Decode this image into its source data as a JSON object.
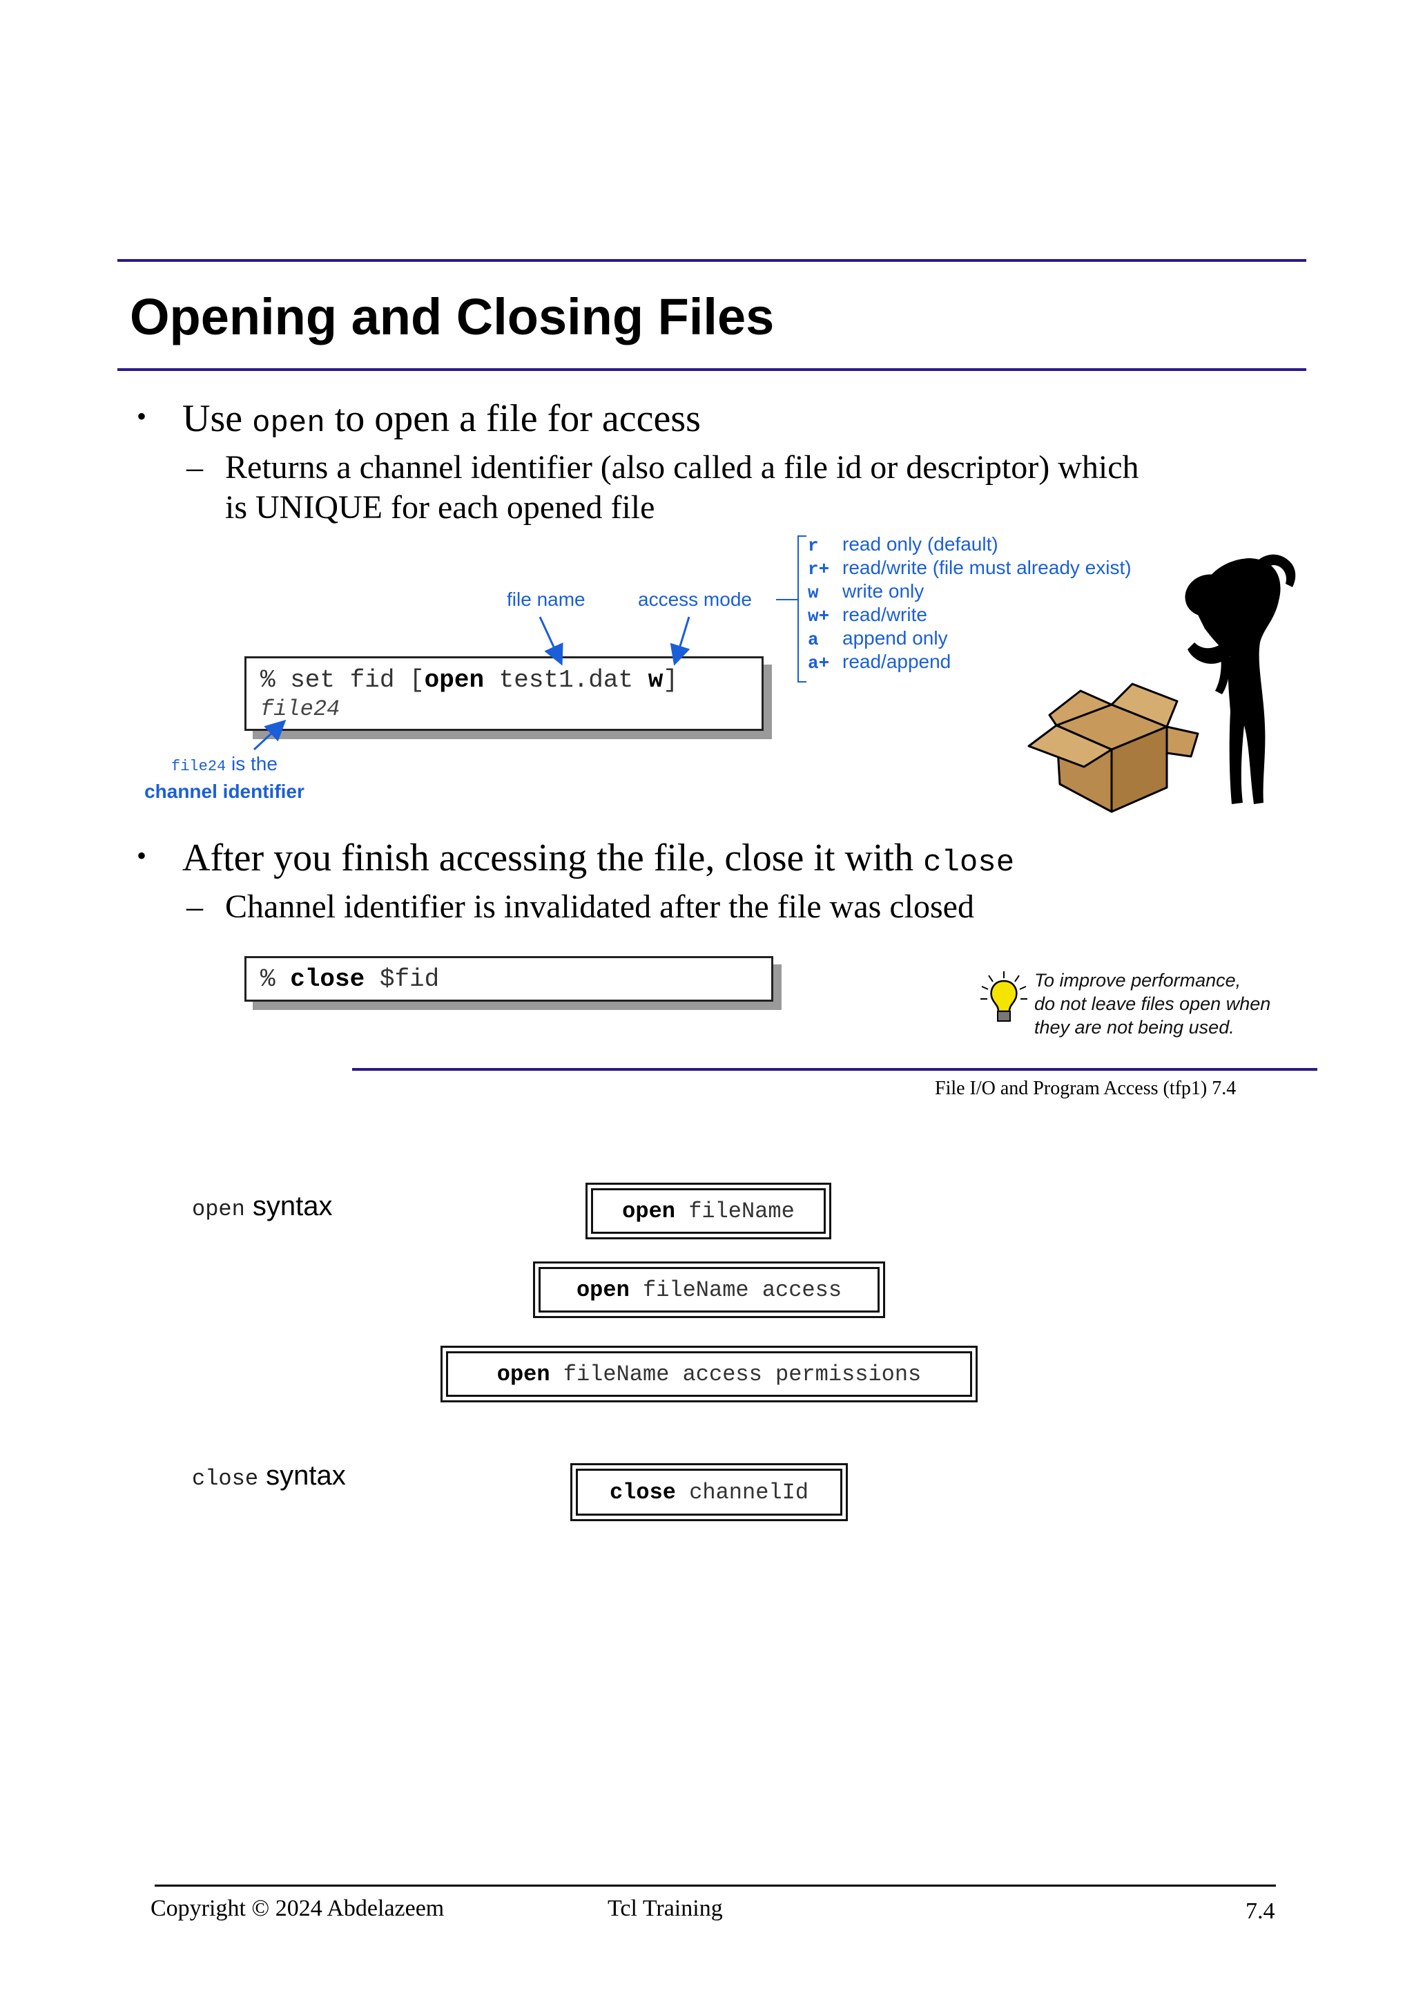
{
  "slide": {
    "title": "Opening and Closing Files",
    "bullet1": {
      "prefix": "Use ",
      "code": "open",
      "suffix": " to open a file for access"
    },
    "sub1_line1": "Returns a channel identifier (also called a file id or descriptor) which",
    "sub1_line2": "is UNIQUE for each opened file",
    "code1": {
      "prompt": "% set fid [",
      "cmd": "open",
      "args": " test1.dat ",
      "mode": "w",
      "close": "]",
      "result": "file24"
    },
    "labels": {
      "file_name": "file name",
      "access_mode": "access mode",
      "chan_code": "file24",
      "chan_is_the": " is the",
      "chan_identifier": "channel identifier"
    },
    "modes": [
      {
        "key": "r",
        "desc": "read only (default)"
      },
      {
        "key": "r+",
        "desc": "read/write (file must already exist)"
      },
      {
        "key": "w",
        "desc": "write only"
      },
      {
        "key": "w+",
        "desc": "read/write"
      },
      {
        "key": "a",
        "desc": "append only"
      },
      {
        "key": "a+",
        "desc": "read/append"
      }
    ],
    "bullet2": {
      "prefix": "After you finish accessing the file, close it with ",
      "code": "close"
    },
    "sub2_line1": "Channel identifier is invalidated after the file was closed",
    "code2": {
      "prompt": "% ",
      "cmd": "close",
      "args": " $fid"
    },
    "tip_lines": [
      "To improve performance,",
      "do not leave files open when",
      "they are not being used."
    ],
    "slide_footer": "File I/O and Program Access (tfp1)  7.4"
  },
  "syntax": {
    "open_label": {
      "code": "open",
      "word": " syntax"
    },
    "close_label": {
      "code": "close",
      "word": " syntax"
    },
    "open_forms": [
      {
        "kw": "open",
        "rest": " fileName"
      },
      {
        "kw": "open",
        "rest": " fileName access"
      },
      {
        "kw": "open",
        "rest": " fileName access permissions"
      }
    ],
    "close_form": {
      "kw": "close",
      "rest": " channelId"
    }
  },
  "footer": {
    "copyright": "Copyright © 2024 Abdelazeem",
    "center": "Tcl Training",
    "page": "7.4"
  },
  "colors": {
    "rule": "#2a1a8c",
    "annotation_blue": "#1a5fd8",
    "box_brown": "#b88a4e",
    "bulb": "#f5e400"
  }
}
